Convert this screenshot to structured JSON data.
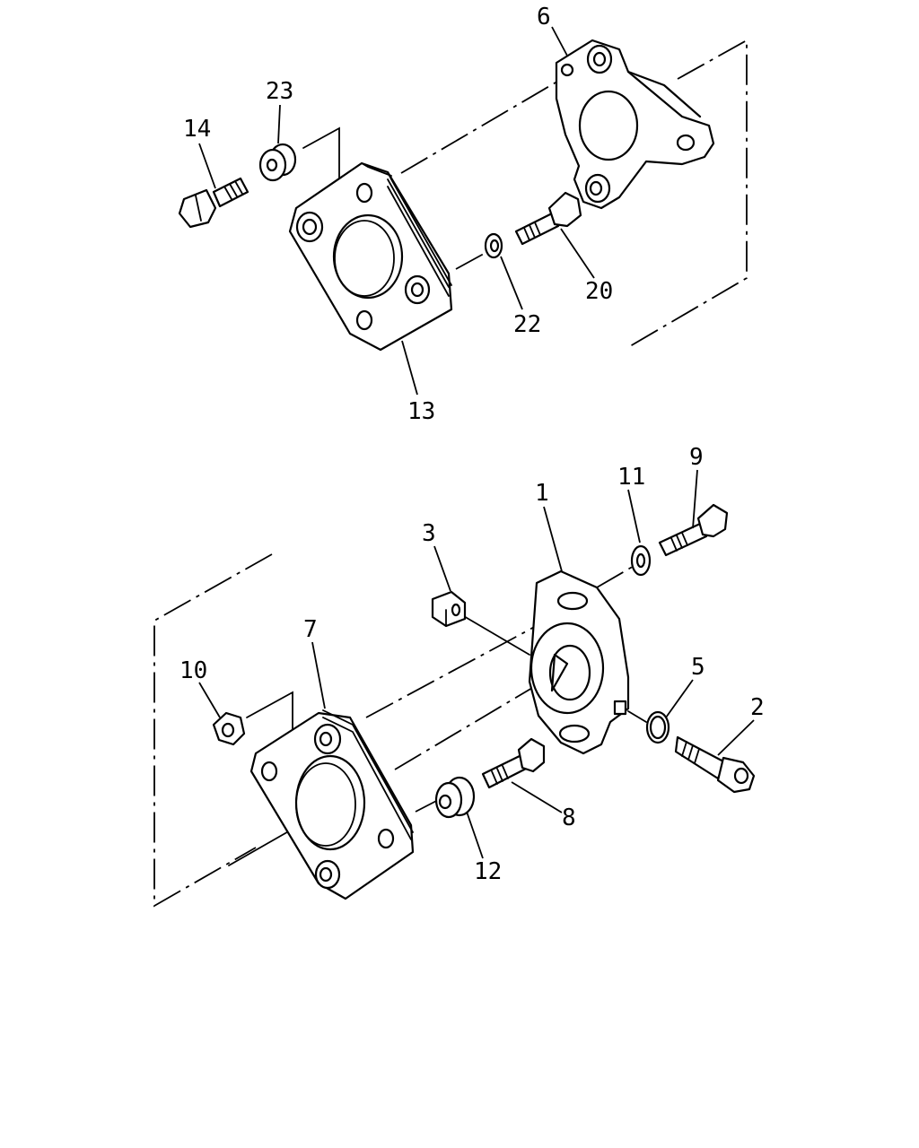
{
  "diagram": {
    "callouts": {
      "c1": "1",
      "c2": "2",
      "c3": "3",
      "c5": "5",
      "c6": "6",
      "c7": "7",
      "c8": "8",
      "c9": "9",
      "c10": "10",
      "c11": "11",
      "c12": "12",
      "c13": "13",
      "c14": "14",
      "c20": "20",
      "c22": "22",
      "c23": "23"
    }
  }
}
